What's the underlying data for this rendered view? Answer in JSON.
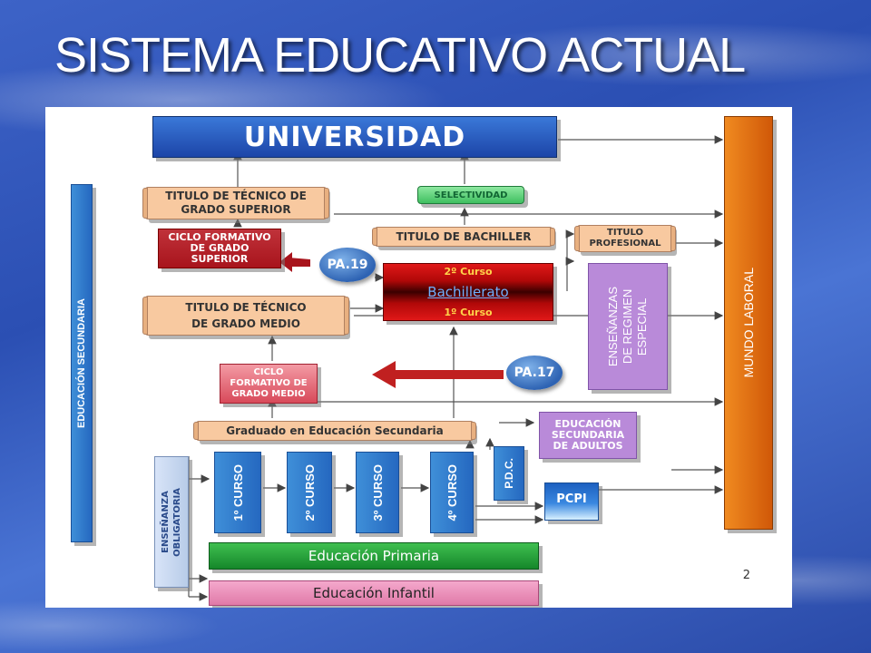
{
  "title": "SISTEMA EDUCATIVO ACTUAL",
  "nodes": {
    "universidad": "UNIVERSIDAD",
    "mundo_laboral": "MUNDO LABORAL",
    "educacion_secundaria": "EDUCACIÓN SECUNDARIA",
    "titulo_tecnico_superior": [
      "TITULO DE TÉCNICO DE",
      "GRADO SUPERIOR"
    ],
    "selectividad": "SELECTIVIDAD",
    "ciclo_superior": [
      "CICLO FORMATIVO",
      "DE GRADO",
      "SUPERIOR"
    ],
    "titulo_bachiller": "TITULO DE BACHILLER",
    "titulo_profesional": [
      "TITULO",
      "PROFESIONAL"
    ],
    "pa19": "PA.19",
    "bachillerato": {
      "top": "2º Curso",
      "middle": "Bachillerato",
      "bottom": "1º Curso"
    },
    "regimen_especial": [
      "ENSEÑANZAS",
      "DE REGIMEN",
      "ESPECIAL"
    ],
    "titulo_tecnico_medio": [
      "TITULO DE TÉCNICO",
      "DE GRADO MEDIO"
    ],
    "ciclo_medio": [
      "CICLO",
      "FORMATIVO DE",
      "GRADO MEDIO"
    ],
    "pa17": "PA.17",
    "graduado": "Graduado en Educación Secundaria",
    "adultos": [
      "EDUCACIÓN",
      "SECUNDARIA",
      "DE ADULTOS"
    ],
    "ensenanza_obligatoria": [
      "ENSEÑANZA",
      "OBLIGATORIA"
    ],
    "cursos": [
      "1º CURSO",
      "2º CURSO",
      "3º CURSO",
      "4º CURSO"
    ],
    "pdc": "P.D.C.",
    "pcpi": "PCPI",
    "primaria": "Educación Primaria",
    "infantil": "Educación  Infantil"
  },
  "page_number": "2",
  "colors": {
    "universidad": "#1e4fb0",
    "mundo_laboral": "#d85f08",
    "peach": "#f8c9a0",
    "red": "#b0141c",
    "green": "#1f9a3a",
    "pink": "#e88ab8",
    "lavender": "#b98ad9"
  }
}
